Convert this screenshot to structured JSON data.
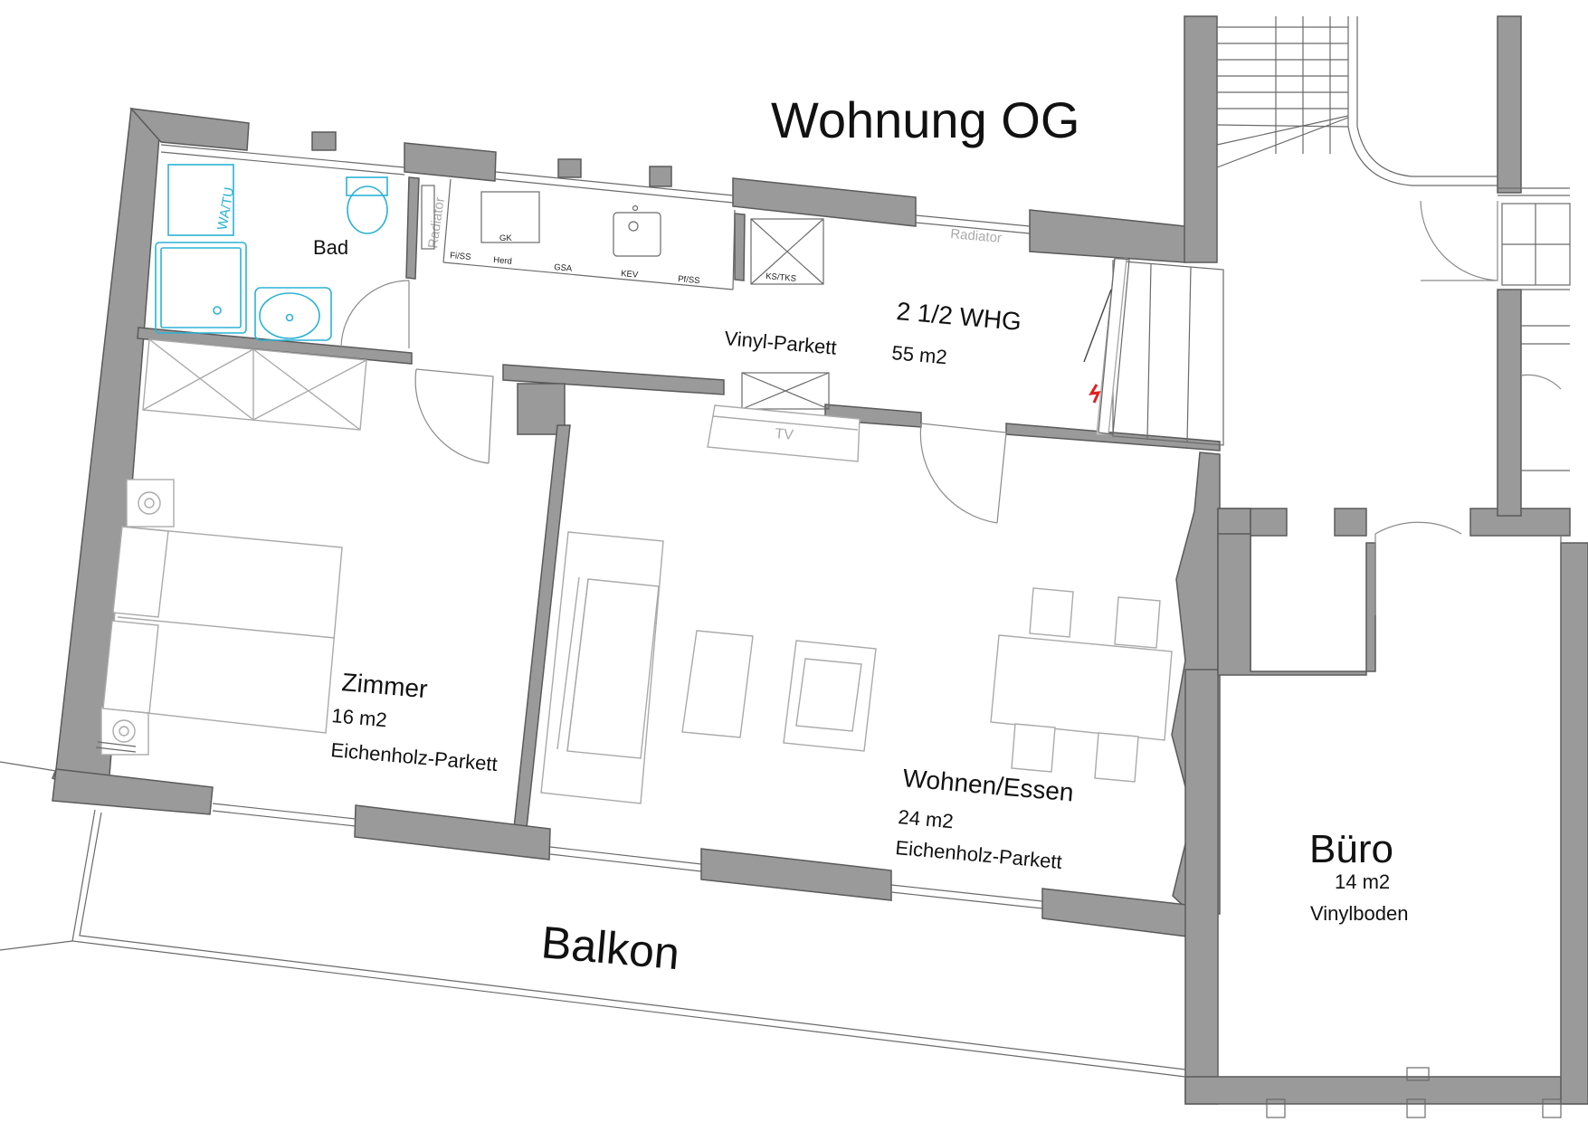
{
  "title": "Wohnung OG",
  "apartment": {
    "name": "2 1/2 WHG",
    "area": "55 m2",
    "hall_floor": "Vinyl-Parkett"
  },
  "rooms": {
    "bad": {
      "name": "Bad"
    },
    "zimmer": {
      "name": "Zimmer",
      "area": "16 m2",
      "floor": "Eichenholz-Parkett"
    },
    "wohnen": {
      "name": "Wohnen/Essen",
      "area": "24 m2",
      "floor": "Eichenholz-Parkett"
    },
    "buero": {
      "name": "Büro",
      "area": "14 m2",
      "floor": "Vinylboden"
    },
    "balkon": {
      "name": "Balkon"
    }
  },
  "fixtures": {
    "wa_tu": "WA/TU",
    "radiator_left": "Radiator",
    "radiator_right": "Radiator",
    "tv": "TV",
    "ks_tks": "KS/TKS"
  },
  "kitchen": {
    "gk": "GK",
    "fi_ss": "Fi/SS",
    "herd": "Herd",
    "gsa": "GSA",
    "kev": "KEV",
    "pf_ss": "Pf/SS"
  },
  "colors": {
    "wall": "#9a9a9a",
    "sanitary": "#2bb3d6",
    "electric": "#e02020"
  }
}
